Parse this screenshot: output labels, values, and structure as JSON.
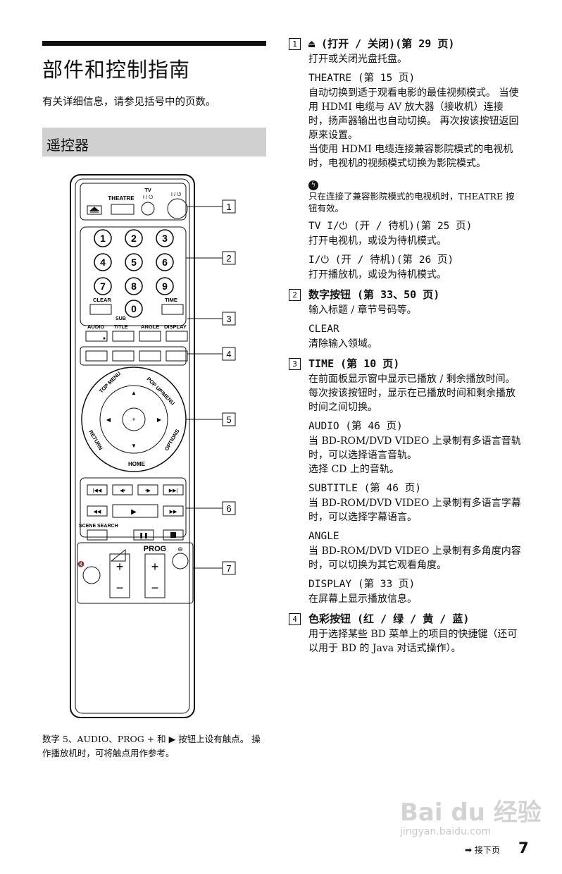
{
  "left": {
    "title": "部件和控制指南",
    "intro": "有关详细信息，请参见括号中的页数。",
    "section": "遥控器",
    "footnote": "数字 5、AUDIO、PROG + 和 ▶ 按钮上设有触点。 操作播放机时，可将触点用作参考。"
  },
  "remote": {
    "callouts": [
      "1",
      "2",
      "3",
      "4",
      "5",
      "6",
      "7"
    ],
    "labels": {
      "theatre": "THEATRE",
      "tv": "TV",
      "tv_power": "I / ⏻",
      "power": "I / ⏻",
      "clear": "CLEAR",
      "time": "TIME",
      "audio": "AUDIO",
      "subtitle_1": "SUB",
      "subtitle_2": "TITLE",
      "angle": "ANGLE",
      "display": "DISPLAY",
      "top_menu": "TOP MENU",
      "popup_menu": "POP UP/MENU",
      "return": "RETURN",
      "options": "OPTIONS",
      "home": "HOME",
      "scene_search": "SCENE SEARCH",
      "prog": "PROG"
    },
    "digits": [
      "1",
      "2",
      "3",
      "4",
      "5",
      "6",
      "7",
      "8",
      "9",
      "0"
    ]
  },
  "right": {
    "items": [
      {
        "num": "1",
        "head": "⏏ (打开 / 关闭)(第 29 页)",
        "desc": "打开或关闭光盘托盘。",
        "subs": [
          {
            "head": "THEATRE (第 15 页)",
            "desc": "自动切换到适于观看电影的最佳视频模式。 当使用 HDMI 电缆与 AV 放大器（接收机）连接时，扬声器输出也自动切换。 再次按该按钮返回原来设置。\n当使用 HDMI 电缆连接兼容影院模式的电视机时，电视机的视频模式切换为影院模式。"
          }
        ],
        "tip_icon": "ϟ",
        "tip": "只在连接了兼容影院模式的电视机时，THEATRE 按钮有效。",
        "subs2": [
          {
            "head": "TV I/⏻ (开 / 待机)(第 25 页)",
            "desc": "打开电视机，或设为待机模式。"
          },
          {
            "head": "I/⏻ (开 / 待机)(第 26 页)",
            "desc": "打开播放机，或设为待机模式。"
          }
        ]
      },
      {
        "num": "2",
        "head": "数字按钮 (第 33、50 页)",
        "desc": "输入标题 / 章节号码等。",
        "subs": [
          {
            "head": "CLEAR",
            "desc": "清除输入领域。"
          }
        ]
      },
      {
        "num": "3",
        "head": "TIME (第 10 页)",
        "desc": "在前面板显示窗中显示已播放 / 剩余播放时间。 每次按该按钮时，显示在已播放时间和剩余播放时间之间切换。",
        "subs": [
          {
            "head": "AUDIO (第 46 页)",
            "desc": "当 BD-ROM/DVD VIDEO 上录制有多语言音轨时，可以选择语言音轨。\n选择 CD 上的音轨。"
          },
          {
            "head": "SUBTITLE (第 46 页)",
            "desc": "当 BD-ROM/DVD VIDEO 上录制有多语言字幕时，可以选择字幕语言。"
          },
          {
            "head": "ANGLE",
            "desc": "当 BD-ROM/DVD VIDEO 上录制有多角度内容时，可以切换为其它观看角度。"
          },
          {
            "head": "DISPLAY (第 33 页)",
            "desc": "在屏幕上显示播放信息。"
          }
        ]
      },
      {
        "num": "4",
        "head": "色彩按钮 (红 / 绿 / 黄 / 蓝)",
        "desc": "用于选择某些 BD 菜单上的项目的快捷键（还可以用于 BD 的 Java 对话式操作）。",
        "subs": []
      }
    ]
  },
  "footer": {
    "next": "➡ 接下页",
    "page": "7",
    "watermark": "Bai du 经验",
    "watermark_url": "jingyan.baidu.com"
  }
}
